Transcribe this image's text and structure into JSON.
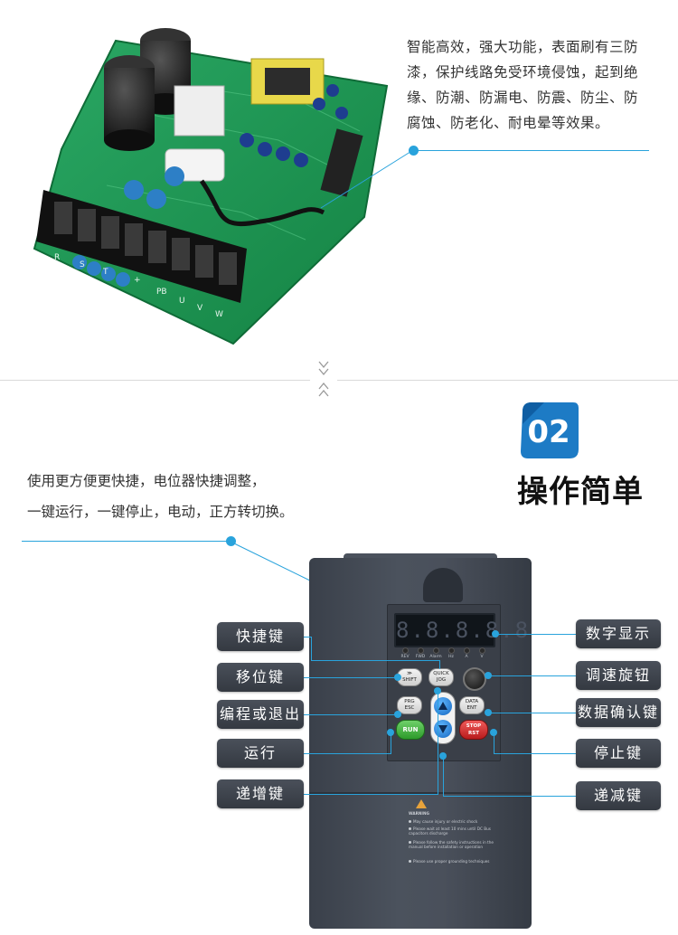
{
  "section1": {
    "description": "智能高效，强大功能，表面刷有三防漆，保护线路免受环境侵蚀，起到绝缘、防潮、防漏电、防震、防尘、防腐蚀、防老化、耐电晕等效果。",
    "description_lines": [
      "智能高效，强大功能，表面刷有三防",
      "漆，保护线路免受环境侵蚀，起到绝",
      "缘、防潮、防漏电、防震、防尘、防",
      "腐蚀、防老化、耐电晕等效果。"
    ],
    "pcb_terminal_labels": [
      "R",
      "S",
      "T",
      "+",
      "PB",
      "U",
      "V",
      "W"
    ]
  },
  "section2": {
    "badge_number": "02",
    "title": "操作简单",
    "description_lines": [
      "使用更方便更快捷，电位器快捷调整，",
      "一键运行，一键停止，电动，正方转切换。"
    ],
    "left_labels": [
      "快捷键",
      "移位键",
      "编程或退出",
      "运行",
      "递增键"
    ],
    "right_labels": [
      "数字显示",
      "调速旋钮",
      "数据确认键",
      "停止键",
      "递减键"
    ]
  },
  "inverter": {
    "display": "8.8.8.8.8",
    "leds": [
      "REV",
      "FWD",
      "Alarm",
      "Hz",
      "A",
      "V"
    ],
    "keys": {
      "shift": [
        "≫",
        "SHIFT"
      ],
      "quick": [
        "QUICK",
        "JOG"
      ],
      "prg": [
        "PRG",
        "ESC"
      ],
      "data": [
        "DATA",
        "ENT"
      ],
      "run": "RUN",
      "stop": [
        "STOP",
        "RST"
      ]
    },
    "warning": {
      "title": "WARNING",
      "lines": [
        "May cause injury or electric shock",
        "Please wait at least 10 mins until DC Bus capacitors discharge",
        "Please follow the safety instructions in the manual before installation or operation",
        "Please use proper grounding techniques"
      ]
    }
  },
  "colors": {
    "accent": "#29a3dc",
    "badge": "#1d7bc5",
    "label_bg": "#3f454e",
    "pcb_green": "#1f9a55"
  }
}
